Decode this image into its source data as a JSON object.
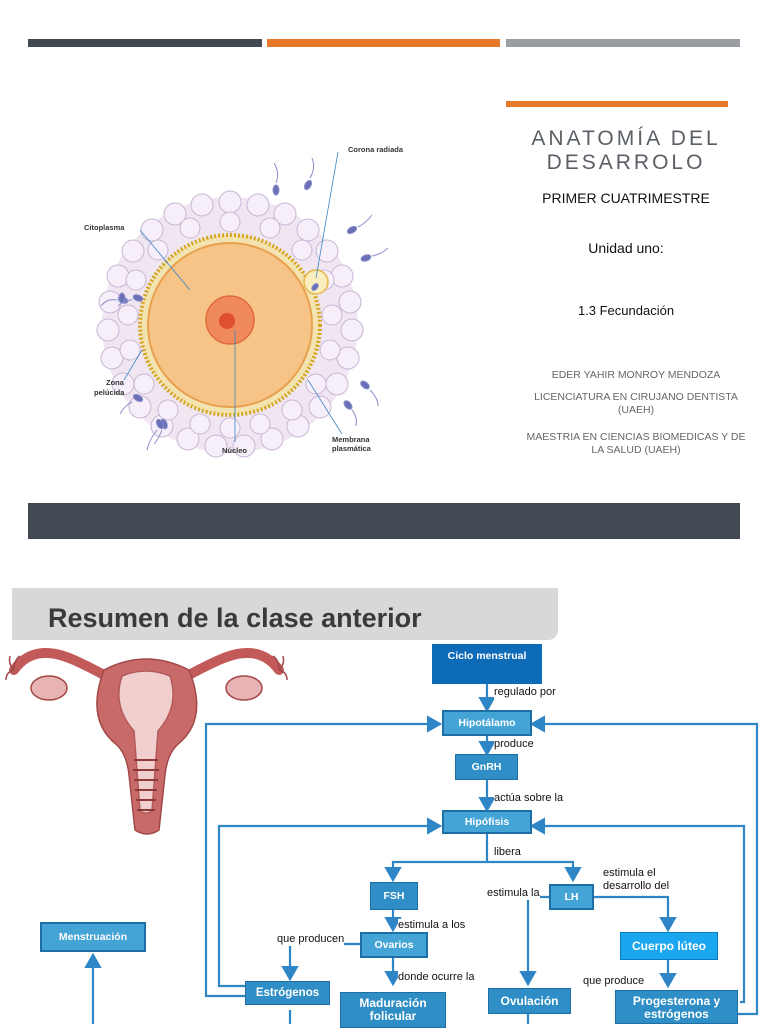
{
  "slide1": {
    "title": "ANATOMÍA DEL DESARROLO",
    "subtitle": "PRIMER CUATRIMESTRE",
    "unit": "Unidad uno:",
    "topic": "1.3 Fecundación",
    "author": "EDER YAHIR MONROY MENDOZA",
    "degree": "LICENCIATURA EN CIRUJANO DENTISTA (UAEH)",
    "masters": "MAESTRIA EN CIENCIAS BIOMEDICAS Y DE LA SALUD (UAEH)",
    "diagram_labels": {
      "corona": "Corona radiada",
      "citoplasma": "Citoplasma",
      "zona": "Zona",
      "zona2": "pelúcida",
      "nucleo": "Núcleo",
      "membrana": "Membrana",
      "membrana2": "plasmática"
    },
    "colors": {
      "dark_bar": "#414a52",
      "orange_bar": "#e8792a",
      "gray_bar": "#9a9ea3"
    }
  },
  "slide2": {
    "heading": "Resumen de la clase anterior",
    "nodes": {
      "ciclo": "Ciclo menstrual",
      "hipotalamo": "Hipotálamo",
      "gnrh": "GnRH",
      "hipofisis": "Hipófisis",
      "fsh": "FSH",
      "lh": "LH",
      "ovarios": "Ovarios",
      "cuerpo_luteo": "Cuerpo lúteo",
      "menstruacion": "Menstruación",
      "estrogenos": "Estrógenos",
      "maduracion": "Maduración folicular",
      "ovulacion": "Ovulación",
      "progesterona": "Progesterona y estrógenos"
    },
    "edges": {
      "regulado": "regulado por",
      "produce": "produce",
      "actua": "actúa sobre la",
      "libera": "libera",
      "estimula_ovarios": "estimula a los",
      "que_producen": "que producen",
      "estimula_la": "estimula la",
      "estimula_el": "estimula el",
      "desarrollo": "desarrollo del",
      "donde": "donde ocurre la",
      "que_produce": "que produce"
    },
    "colors": {
      "edge": "#2f86c6"
    }
  }
}
